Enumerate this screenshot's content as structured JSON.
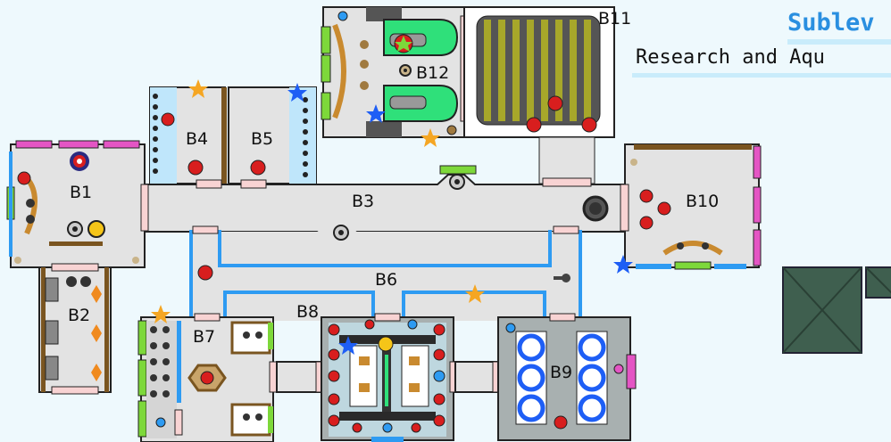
{
  "header": {
    "title": "Sublev",
    "subtitle": "Research and Aqu"
  },
  "rooms": [
    {
      "id": "b1",
      "label": "B1"
    },
    {
      "id": "b2",
      "label": "B2"
    },
    {
      "id": "b3",
      "label": "B3"
    },
    {
      "id": "b4",
      "label": "B4"
    },
    {
      "id": "b5",
      "label": "B5"
    },
    {
      "id": "b6",
      "label": "B6"
    },
    {
      "id": "b7",
      "label": "B7"
    },
    {
      "id": "b8",
      "label": "B8"
    },
    {
      "id": "b9",
      "label": "B9"
    },
    {
      "id": "b10",
      "label": "B10"
    },
    {
      "id": "b11",
      "label": "B11"
    },
    {
      "id": "b12",
      "label": "B12"
    }
  ],
  "colors": {
    "floor": "#e3e3e3",
    "wall": "#222222",
    "door": "#f8d3d3",
    "pipe": "#2e9bf2",
    "pink_panel": "#e455c4",
    "green_panel": "#7dd83a",
    "hazard_red": "#d81e1e",
    "orange_star": "#f5a623",
    "blue_star": "#1e5ef5",
    "crate": "#3f5f4f"
  }
}
